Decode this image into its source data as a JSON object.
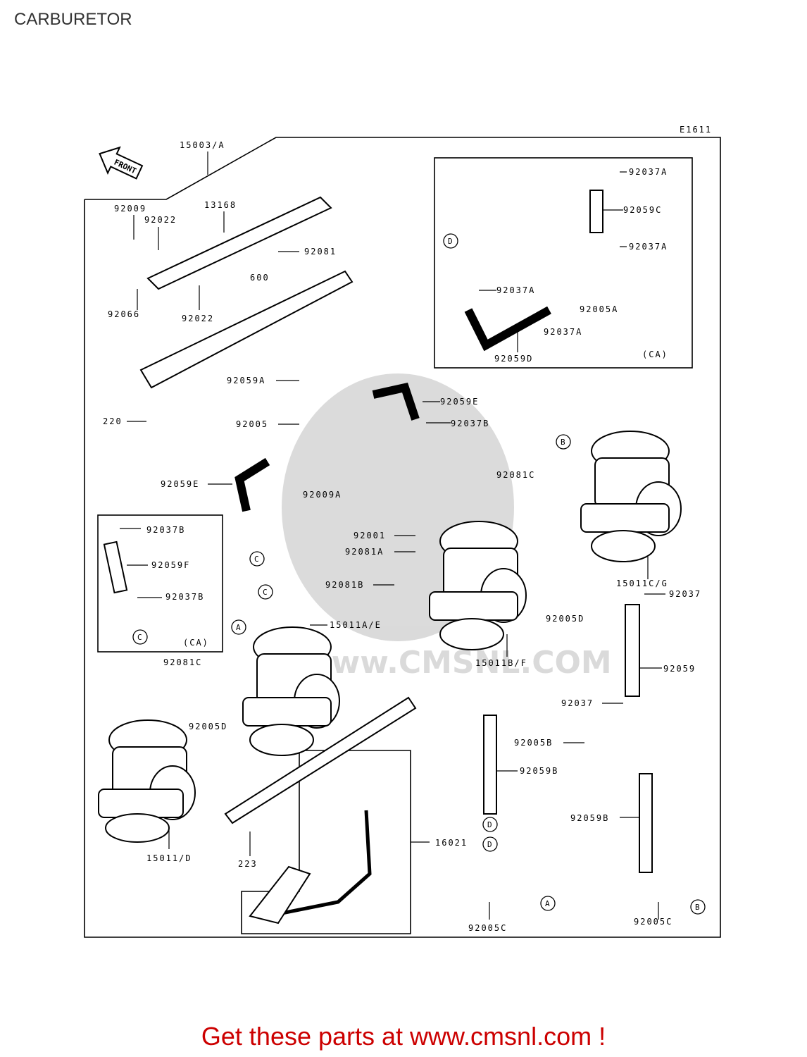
{
  "page": {
    "title": "CARBURETOR",
    "footer_link_text": "Get these parts at www.cmsnl.com !",
    "accent_color": "#cc0000"
  },
  "diagram": {
    "code": "E1611",
    "direction_arrow_text": "FRONT",
    "watermark_text": "www.CMSNL.COM",
    "part_labels": [
      "15003/A",
      "13168",
      "92009",
      "92022",
      "92081",
      "600",
      "92066",
      "92022",
      "220",
      "92059A",
      "92005",
      "92059E",
      "92037B",
      "92059E",
      "92009A",
      "92001",
      "92081A",
      "92081B",
      "92081C",
      "92037B",
      "92059F",
      "92037B",
      "(CA)",
      "92081C",
      "15011A/E",
      "92005D",
      "15011/D",
      "223",
      "16021",
      "15011B/F",
      "92005D",
      "15011C/G",
      "92037",
      "92059",
      "92037",
      "92005B",
      "92059B",
      "92059B",
      "92005C",
      "92005C",
      "92037A",
      "92059C",
      "92037A",
      "92037A",
      "92005A",
      "92037A",
      "92059D",
      "(CA)"
    ],
    "ref_markers": [
      "D",
      "B",
      "C",
      "C",
      "A",
      "D",
      "D",
      "A",
      "B",
      "C"
    ]
  }
}
